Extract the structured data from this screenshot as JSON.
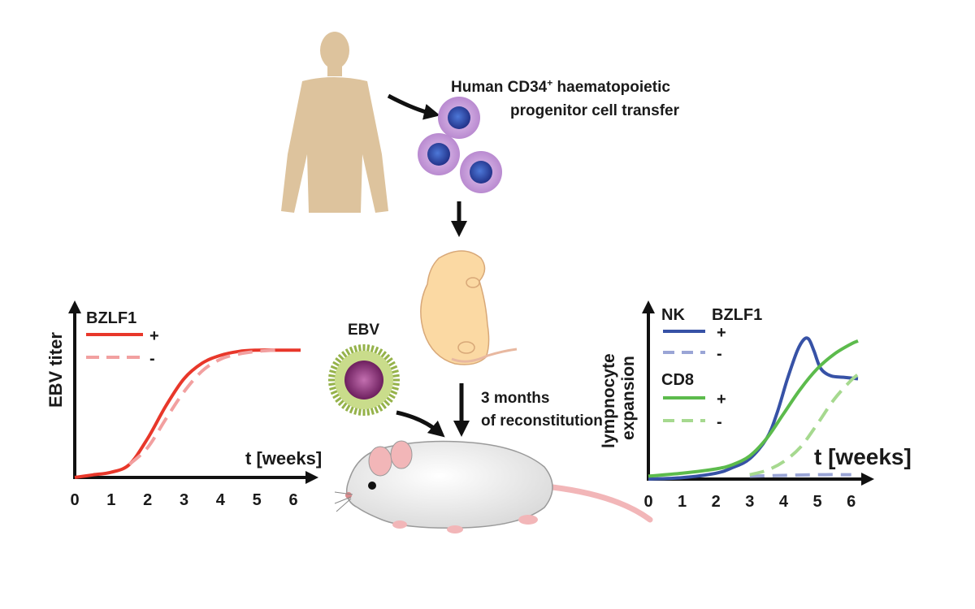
{
  "labels": {
    "transfer_line1": "Human CD34",
    "transfer_sup": "+",
    "transfer_line1_rest": " haematopoietic",
    "transfer_line2": "progenitor cell transfer",
    "virus": "EBV",
    "reconst_line1": "3 months",
    "reconst_line2": "of reconstitution"
  },
  "colors": {
    "skin": "#ddc39d",
    "cell_outer": "#c79ad9",
    "cell_nucleus": "#3658b8",
    "pup": "#fbd9a3",
    "mouse": "#f1f1f1",
    "mouse_pink": "#f2b6b8",
    "virus_spikes": "#95b24a",
    "virus_core": "#8a2e78",
    "red": "#e8372a",
    "red_light": "#f2a0a0",
    "blue": "#3752a6",
    "blue_light": "#9aa5d6",
    "green": "#5cbb4c",
    "green_light": "#a6d98f"
  },
  "chart_data": [
    {
      "type": "line",
      "xlabel": "t [weeks]",
      "ylabel": "EBV titer",
      "legend_title": "BZLF1",
      "legend_placement": "top-left",
      "x_ticks": [
        "0",
        "1",
        "2",
        "3",
        "4",
        "5",
        "6"
      ],
      "xlim": [
        0,
        6.2
      ],
      "ylim": [
        0,
        1.05
      ],
      "series": [
        {
          "name": "+",
          "color": "#e8372a",
          "dash": false,
          "x": [
            0,
            0.5,
            1,
            1.5,
            2,
            2.5,
            3,
            3.5,
            4,
            4.5,
            5,
            5.5,
            6,
            6.2
          ],
          "y": [
            0,
            0.02,
            0.04,
            0.1,
            0.3,
            0.55,
            0.76,
            0.88,
            0.94,
            0.97,
            0.98,
            0.98,
            0.98,
            0.98
          ]
        },
        {
          "name": "-",
          "color": "#f2a0a0",
          "dash": true,
          "x": [
            1.5,
            2,
            2.5,
            3,
            3.5,
            4,
            4.5,
            5,
            5.5
          ],
          "y": [
            0.1,
            0.23,
            0.45,
            0.66,
            0.82,
            0.91,
            0.95,
            0.97,
            0.98
          ]
        }
      ]
    },
    {
      "type": "line",
      "xlabel": "t [weeks]",
      "ylabel_line1": "lympnocyte",
      "ylabel_line2": "expansion",
      "legend_header_1": "NK",
      "legend_header_2": "BZLF1",
      "legend_header_3": "CD8",
      "legend_placement": "top-left",
      "x_ticks": [
        "0",
        "1",
        "2",
        "3",
        "4",
        "5",
        "6"
      ],
      "xlim": [
        0,
        6.2
      ],
      "ylim": [
        0,
        1.05
      ],
      "series": [
        {
          "name": "+",
          "group": "NK",
          "color": "#3752a6",
          "dash": false,
          "x": [
            0,
            1,
            2,
            2.5,
            3,
            3.5,
            3.8,
            4.1,
            4.4,
            4.6,
            4.75,
            4.9,
            5.1,
            5.4,
            5.8,
            6.2
          ],
          "y": [
            0,
            0.01,
            0.04,
            0.08,
            0.14,
            0.28,
            0.45,
            0.68,
            0.88,
            0.96,
            0.96,
            0.88,
            0.76,
            0.71,
            0.7,
            0.69
          ]
        },
        {
          "name": "-",
          "group": "NK",
          "color": "#9aa5d6",
          "dash": true,
          "x": [
            3,
            4,
            5,
            6
          ],
          "y": [
            0.02,
            0.025,
            0.03,
            0.03
          ]
        },
        {
          "name": "+",
          "group": "CD8",
          "color": "#5cbb4c",
          "dash": false,
          "x": [
            0,
            1,
            2,
            2.5,
            3,
            3.5,
            4,
            4.5,
            5,
            5.5,
            6,
            6.2
          ],
          "y": [
            0.02,
            0.04,
            0.07,
            0.1,
            0.16,
            0.28,
            0.45,
            0.62,
            0.76,
            0.86,
            0.93,
            0.95
          ]
        },
        {
          "name": "-",
          "group": "CD8",
          "color": "#a6d98f",
          "dash": true,
          "x": [
            3,
            3.5,
            4,
            4.5,
            5,
            5.5,
            6,
            6.2
          ],
          "y": [
            0.03,
            0.06,
            0.12,
            0.22,
            0.38,
            0.55,
            0.68,
            0.72
          ]
        }
      ]
    }
  ]
}
